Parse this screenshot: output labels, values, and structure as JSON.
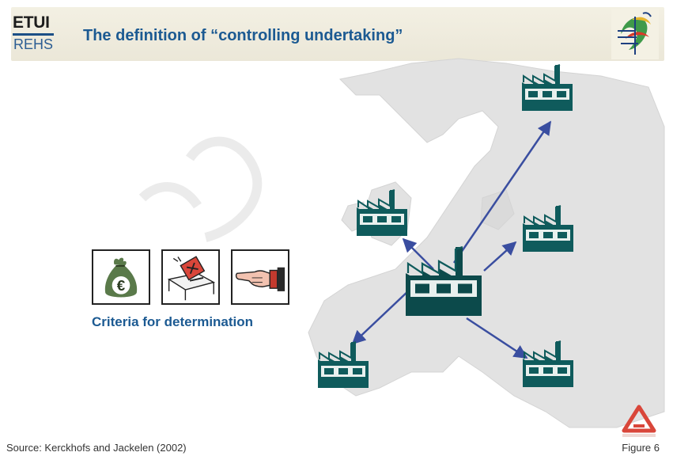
{
  "header": {
    "logo_top": "ETUI",
    "logo_bottom": "REHS",
    "title": "The definition of “controlling undertaking”"
  },
  "criteria": {
    "label": "Criteria for determination",
    "icons": [
      "money-bag-icon",
      "ballot-box-icon",
      "pointing-hand-icon"
    ]
  },
  "footer": {
    "source": "Source: Kerckhofs and Jackelen (2002)",
    "figure": "Figure 6"
  },
  "colors": {
    "factory": "#0f5b5c",
    "factory_dark": "#0c3f40",
    "arrow": "#3a4ea0",
    "title": "#1c5a92",
    "header_bg": "#f1eee1"
  }
}
